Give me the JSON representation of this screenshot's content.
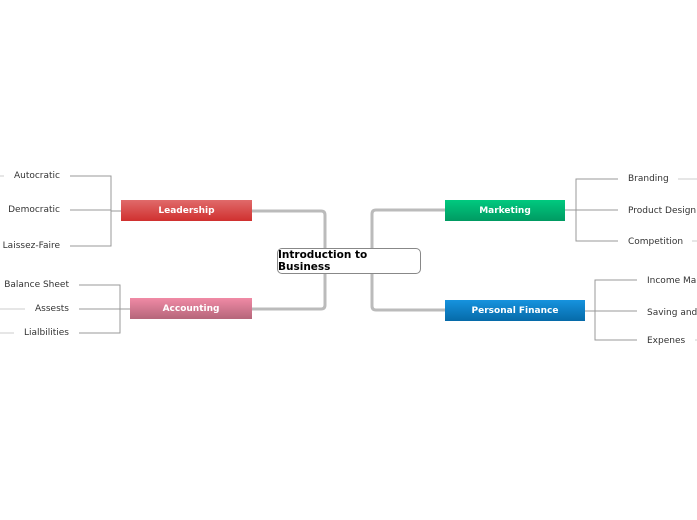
{
  "central": "Introduction to Business",
  "branches": {
    "leadership": {
      "label": "Leadership",
      "color": "#d9393b",
      "children": [
        "Autocratic",
        "Democratic",
        "Laissez-Faire"
      ]
    },
    "accounting": {
      "label": "Accounting",
      "color": "#c9708a",
      "children": [
        "Balance Sheet",
        "Assests",
        "Lialbilities"
      ]
    },
    "marketing": {
      "label": "Marketing",
      "color": "#00a86b",
      "children": [
        "Branding",
        "Product Design",
        "Competition"
      ]
    },
    "finance": {
      "label": "Personal Finance",
      "color": "#0a7bc4",
      "children": [
        "Income Ma",
        "Saving and",
        "Expenes"
      ]
    }
  }
}
